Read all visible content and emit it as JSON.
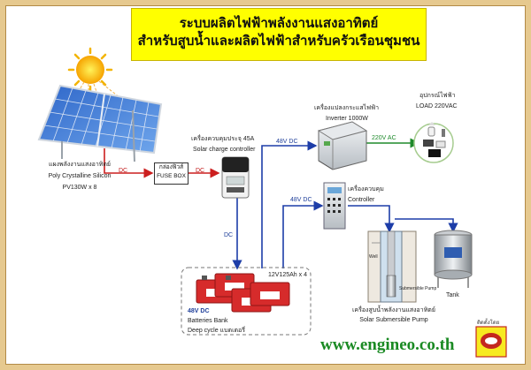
{
  "title": {
    "line1": "ระบบผลิตไฟฟ้าพลังงานแสงอาทิตย์",
    "line2": "สำหรับสูบน้ำและผลิตไฟฟ้าสำหรับครัวเรือนชุมชน"
  },
  "solar_panel": {
    "label_th": "แผงพลังงานแสงอาทิตย์",
    "label_en": "Poly Crystalline Silicon",
    "spec": "PV130W x 8"
  },
  "fuse_box": {
    "label_th": "กล่องฟิวส์",
    "label_en": "FUSE BOX"
  },
  "charge_controller": {
    "label_th": "เครื่องควบคุมประจุ 45A",
    "label_en": "Solar charge controller"
  },
  "inverter": {
    "label_th": "เครื่องแปลงกระแสไฟฟ้า",
    "label_en": "Inverter 1000W"
  },
  "load": {
    "label_th": "อุปกรณ์ไฟฟ้า",
    "label_en": "LOAD 220VAC"
  },
  "pump_controller": {
    "label_th": "เครื่องควบคุม",
    "label_en": "Controller"
  },
  "batteries": {
    "spec": "12V125Ah x 4",
    "voltage": "48V DC",
    "label_en": "Batteries Bank",
    "label_mixed": "Deep cycle แบตเตอรี่"
  },
  "pump": {
    "label_th": "เครื่องสูบน้ำพลังงานแสงอาทิตย์",
    "label_en": "Solar Submersible Pump",
    "well": "Well",
    "pump_small": "Submersible Pump"
  },
  "tank": {
    "label": "Tank"
  },
  "wires": {
    "dc1": "DC",
    "dc2": "DC",
    "dc3": "DC",
    "v48_top": "48V DC",
    "v48_mid": "48V DC",
    "ac": "220V AC"
  },
  "website": "www.engineo.co.th",
  "installer": "ติดตั้งโดย",
  "colors": {
    "dc_wire": "#cc1f1f",
    "battery_wire": "#1d3da8",
    "ac_wire": "#1e8a2b",
    "title_bg": "#ffff00"
  }
}
